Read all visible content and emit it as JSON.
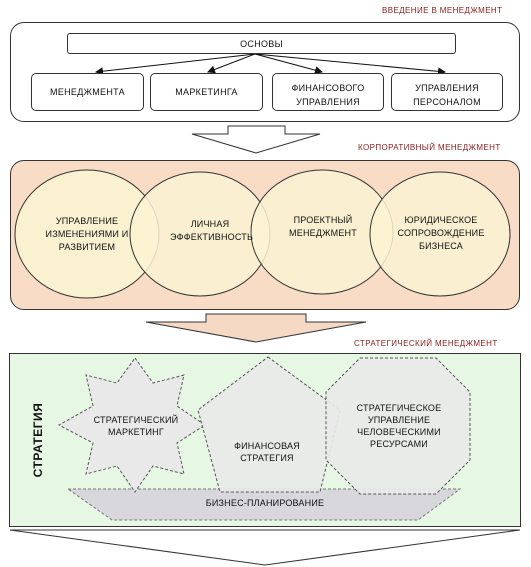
{
  "section1": {
    "title": "ВВЕДЕНИЕ В МЕНЕДЖМЕНТ",
    "root": "ОСНОВЫ",
    "children": [
      "МЕНЕДЖМЕНТА",
      "МАРКЕТИНГА",
      "ФИНАНСОВОГО УПРАВЛЕНИЯ",
      "УПРАВЛЕНИЯ ПЕРСОНАЛОМ"
    ]
  },
  "section2": {
    "title": "КОРПОРАТИВНЫЙ МЕНЕДЖМЕНТ",
    "circles": [
      "УПРАВЛЕНИЕ ИЗМЕНЕНИЯМИ И РАЗВИТИЕМ",
      "ЛИЧНАЯ ЭФФЕКТИВНОСТЬ",
      "ПРОЕКТНЫЙ МЕНЕДЖМЕНТ",
      "ЮРИДИЧЕСКОЕ СОПРОВОЖДЕНИЕ БИЗНЕСА"
    ]
  },
  "section3": {
    "title": "СТРАТЕГИЧЕСКИЙ МЕНЕДЖМЕНТ",
    "side_label": "СТРАТЕГИЯ",
    "shapes": [
      "СТРАТЕГИЧЕСКИЙ МАРКЕТИНГ",
      "ФИНАНСОВАЯ СТРАТЕГИЯ",
      "СТРАТЕГИЧЕСКОЕ УПРАВЛЕНИЕ ЧЕЛОВЕЧЕСКИМИ РЕСУРСАМИ"
    ],
    "base": "БИЗНЕС-ПЛАНИРОВАНИЕ"
  },
  "colors": {
    "section_title": "#8b1a1a",
    "corporate_bg": "#f8dcc6",
    "circle_fill": "#faf3d2",
    "strategy_bg": "#e6f8e4",
    "shape_fill": "#e9e9e9",
    "arrow_fill": "#f5d9c4"
  }
}
